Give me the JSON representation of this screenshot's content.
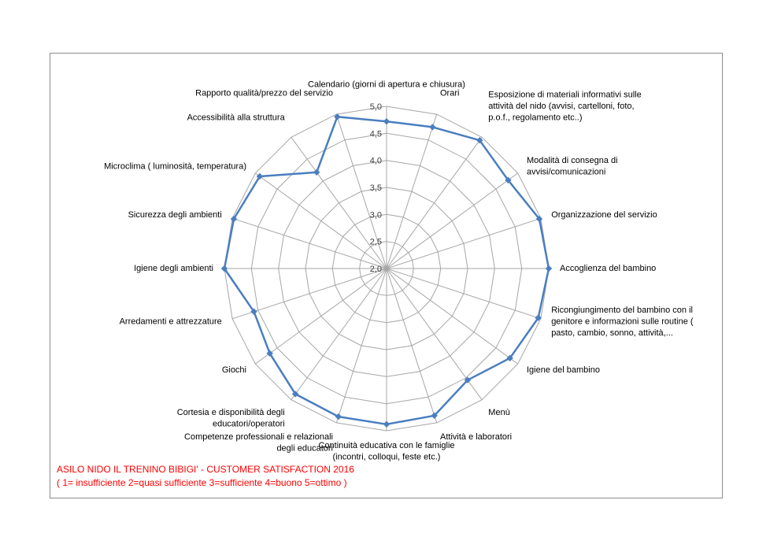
{
  "chart_data": {
    "type": "radar",
    "title": "",
    "rlim": [
      2.0,
      5.0
    ],
    "r_ticks": [
      "2,0",
      "2,5",
      "3,0",
      "3,5",
      "4,0",
      "4,5",
      "5,0"
    ],
    "grid": true,
    "legend": "none",
    "categories": [
      [
        "Calendario (giorni di apertura e chiusura)"
      ],
      [
        "Orari"
      ],
      [
        "Esposizione di materiali informativi sulle",
        "attività del nido (avvisi, cartelloni, foto,",
        "p.o.f., regolamento etc..)"
      ],
      [
        "Modalità di consegna di",
        "avvisi/comunicazioni"
      ],
      [
        "Organizzazione del servizio"
      ],
      [
        "Accoglienza del bambino"
      ],
      [
        "Ricongiungimento del bambino con il",
        "genitore e informazioni sulle routine (",
        "pasto, cambio, sonno, attività,..."
      ],
      [
        "Igiene del bambino"
      ],
      [
        "Menù"
      ],
      [
        "Attività e laboratori"
      ],
      [
        "Continuità educativa con le famiglie",
        "(incontri, colloqui, feste etc.)"
      ],
      [
        "Competenze professionali e relazionali",
        "degli educatori"
      ],
      [
        "Cortesia e disponibilità degli",
        "educatori/operatori"
      ],
      [
        "Giochi"
      ],
      [
        "Arredamenti  e attrezzature"
      ],
      [
        "Igiene degli ambienti"
      ],
      [
        "Sicurezza degli ambienti"
      ],
      [
        "Microclima ( luminosità, temperatura)"
      ],
      [
        "Accessibilità alla struttura"
      ],
      [
        "Rapporto qualità/prezzo del servizio"
      ]
    ],
    "series": [
      {
        "values": [
          4.72,
          4.75,
          4.93,
          4.78,
          4.97,
          5.0,
          4.95,
          4.82,
          4.55,
          4.86,
          4.88,
          4.88,
          4.87,
          4.67,
          4.58,
          5.0,
          4.97,
          4.9,
          4.2,
          4.95
        ],
        "color": "#4a7ebf"
      }
    ]
  },
  "footer": {
    "line1": "ASILO NIDO IL TRENINO BIBIGI'  - CUSTOMER  SATISFACTION 2016",
    "line2": "( 1= insufficiente 2=quasi sufficiente 3=sufficiente 4=buono 5=ottimo )"
  },
  "colors": {
    "series": "#4a7ebf",
    "grid": "#a6a6a6",
    "footer": "#ff0000"
  }
}
